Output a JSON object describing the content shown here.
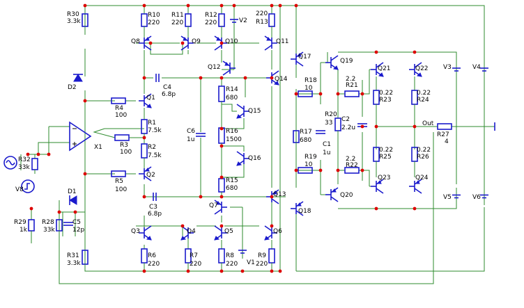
{
  "components": {
    "R30": {
      "ref": "R30",
      "val": "3.3k"
    },
    "R10": {
      "ref": "R10",
      "val": "220"
    },
    "R11": {
      "ref": "R11",
      "val": "220"
    },
    "R12": {
      "ref": "R12",
      "val": "220"
    },
    "V2": {
      "ref": "V2",
      "val": ""
    },
    "R13": {
      "ref": "R13",
      "val": "220"
    },
    "Q8": {
      "ref": "Q8"
    },
    "Q9": {
      "ref": "Q9"
    },
    "Q10": {
      "ref": "Q10"
    },
    "Q11": {
      "ref": "Q11"
    },
    "Q12": {
      "ref": "Q12"
    },
    "Q17": {
      "ref": "Q17"
    },
    "Q19": {
      "ref": "Q19"
    },
    "Q21": {
      "ref": "Q21"
    },
    "Q22": {
      "ref": "Q22"
    },
    "V3": {
      "ref": "V3"
    },
    "V4": {
      "ref": "V4"
    },
    "D2": {
      "ref": "D2"
    },
    "Q1": {
      "ref": "Q1"
    },
    "C4": {
      "ref": "C4",
      "val": "6.8p"
    },
    "R14": {
      "ref": "R14",
      "val": "680"
    },
    "Q14": {
      "ref": "Q14"
    },
    "R18": {
      "ref": "R18",
      "val": "10"
    },
    "R21": {
      "ref": "R21",
      "val": "2.2"
    },
    "R23": {
      "ref": "R23",
      "val": "0.22"
    },
    "R24": {
      "ref": "R24",
      "val": "0.22"
    },
    "R4": {
      "ref": "R4",
      "val": "100"
    },
    "Q15": {
      "ref": "Q15"
    },
    "R1": {
      "ref": "R1",
      "val": "7.5k"
    },
    "R20": {
      "ref": "R20",
      "val": "33"
    },
    "C2": {
      "ref": "C2",
      "val": "2.2u"
    },
    "Out": {
      "ref": "Out"
    },
    "R27": {
      "ref": "R27",
      "val": "4"
    },
    "C6": {
      "ref": "C6",
      "val": "1u"
    },
    "R16": {
      "ref": "R16",
      "val": "1500"
    },
    "R17": {
      "ref": "R17",
      "val": "680"
    },
    "X1": {
      "ref": "X1"
    },
    "R3": {
      "ref": "R3",
      "val": "100"
    },
    "R2": {
      "ref": "R2",
      "val": "7.5k"
    },
    "C1": {
      "ref": "C1",
      "val": "1u"
    },
    "R32": {
      "ref": "R32",
      "val": "33k"
    },
    "Q16": {
      "ref": "Q16"
    },
    "R25": {
      "ref": "R25",
      "val": "0.22"
    },
    "R26": {
      "ref": "R26",
      "val": "0.22"
    },
    "R19": {
      "ref": "R19",
      "val": "10"
    },
    "R22": {
      "ref": "R22",
      "val": "2.2"
    },
    "R5": {
      "ref": "R5",
      "val": "100"
    },
    "Q2": {
      "ref": "Q2"
    },
    "R15": {
      "ref": "R15",
      "val": "680"
    },
    "Q23": {
      "ref": "Q23"
    },
    "Q24": {
      "ref": "Q24"
    },
    "V8": {
      "ref": "V8"
    },
    "Q13": {
      "ref": "Q13"
    },
    "Q20": {
      "ref": "Q20"
    },
    "D1": {
      "ref": "D1"
    },
    "V5": {
      "ref": "V5"
    },
    "V6": {
      "ref": "V6"
    },
    "C3": {
      "ref": "C3",
      "val": "6.8p"
    },
    "Q7": {
      "ref": "Q7"
    },
    "Q18": {
      "ref": "Q18"
    },
    "R29": {
      "ref": "R29",
      "val": "1k"
    },
    "R28": {
      "ref": "R28",
      "val": "33k"
    },
    "C5": {
      "ref": "C5",
      "val": "12p"
    },
    "Q3": {
      "ref": "Q3"
    },
    "Q4": {
      "ref": "Q4"
    },
    "Q5": {
      "ref": "Q5"
    },
    "Q6": {
      "ref": "Q6"
    },
    "R6": {
      "ref": "R6",
      "val": "220"
    },
    "R7": {
      "ref": "R7",
      "val": "220"
    },
    "R8": {
      "ref": "R8",
      "val": "220"
    },
    "V1": {
      "ref": "V1"
    },
    "R9": {
      "ref": "R9",
      "val": "220"
    },
    "R31": {
      "ref": "R31",
      "val": "3.3k"
    }
  },
  "colors": {
    "wire": "#2e8b2e",
    "component": "#1a1acc",
    "junction": "#dd0000",
    "text": "#000000"
  }
}
